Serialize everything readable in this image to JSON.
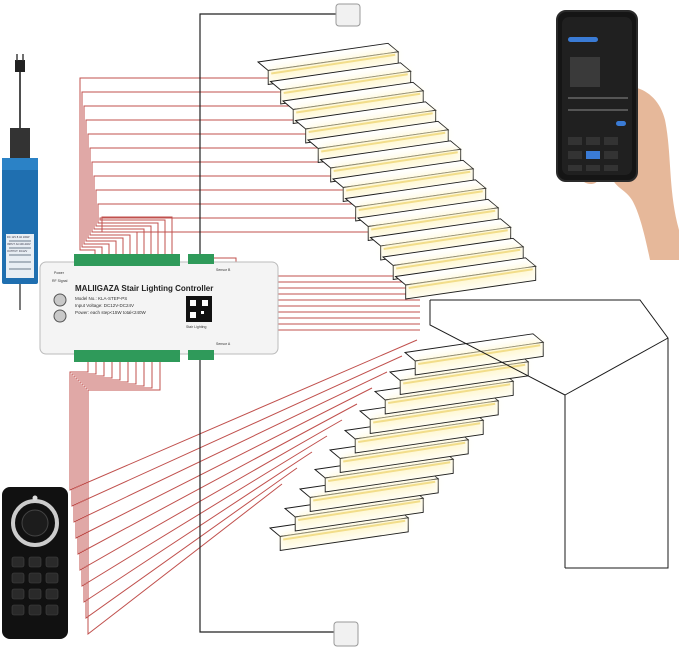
{
  "controller": {
    "title": "MALIIGAZA Stair Lighting Controller",
    "model": "Model No.: KLA-STEP-PS",
    "input_voltage": "Input Voltage: DC12V-DC24V",
    "power": "Power: each step<15W total<240W",
    "qr_label": "Stair Lighting",
    "sensor_b": "Sensor B",
    "sensor_a": "Sensor A",
    "power_label": "Power",
    "rf_signal": "RF Signal"
  },
  "power_supply": {
    "lines": [
      "DC 12V 8.3A 100W",
      "INPUT: AC100-240V",
      "OUTPUT: DC12V"
    ]
  },
  "colors": {
    "wire": "#c0504d",
    "led_glow": "#fff6c8",
    "led_strip": "#f2dd8a",
    "stair_line": "#1a1a1a",
    "controller_body": "#f4f4f4",
    "terminal_green": "#2f9a5a",
    "psu_blue": "#1f6fb0"
  },
  "icons": [
    "phone-app",
    "hand",
    "remote-control",
    "power-supply",
    "qr-code",
    "motion-sensor"
  ]
}
